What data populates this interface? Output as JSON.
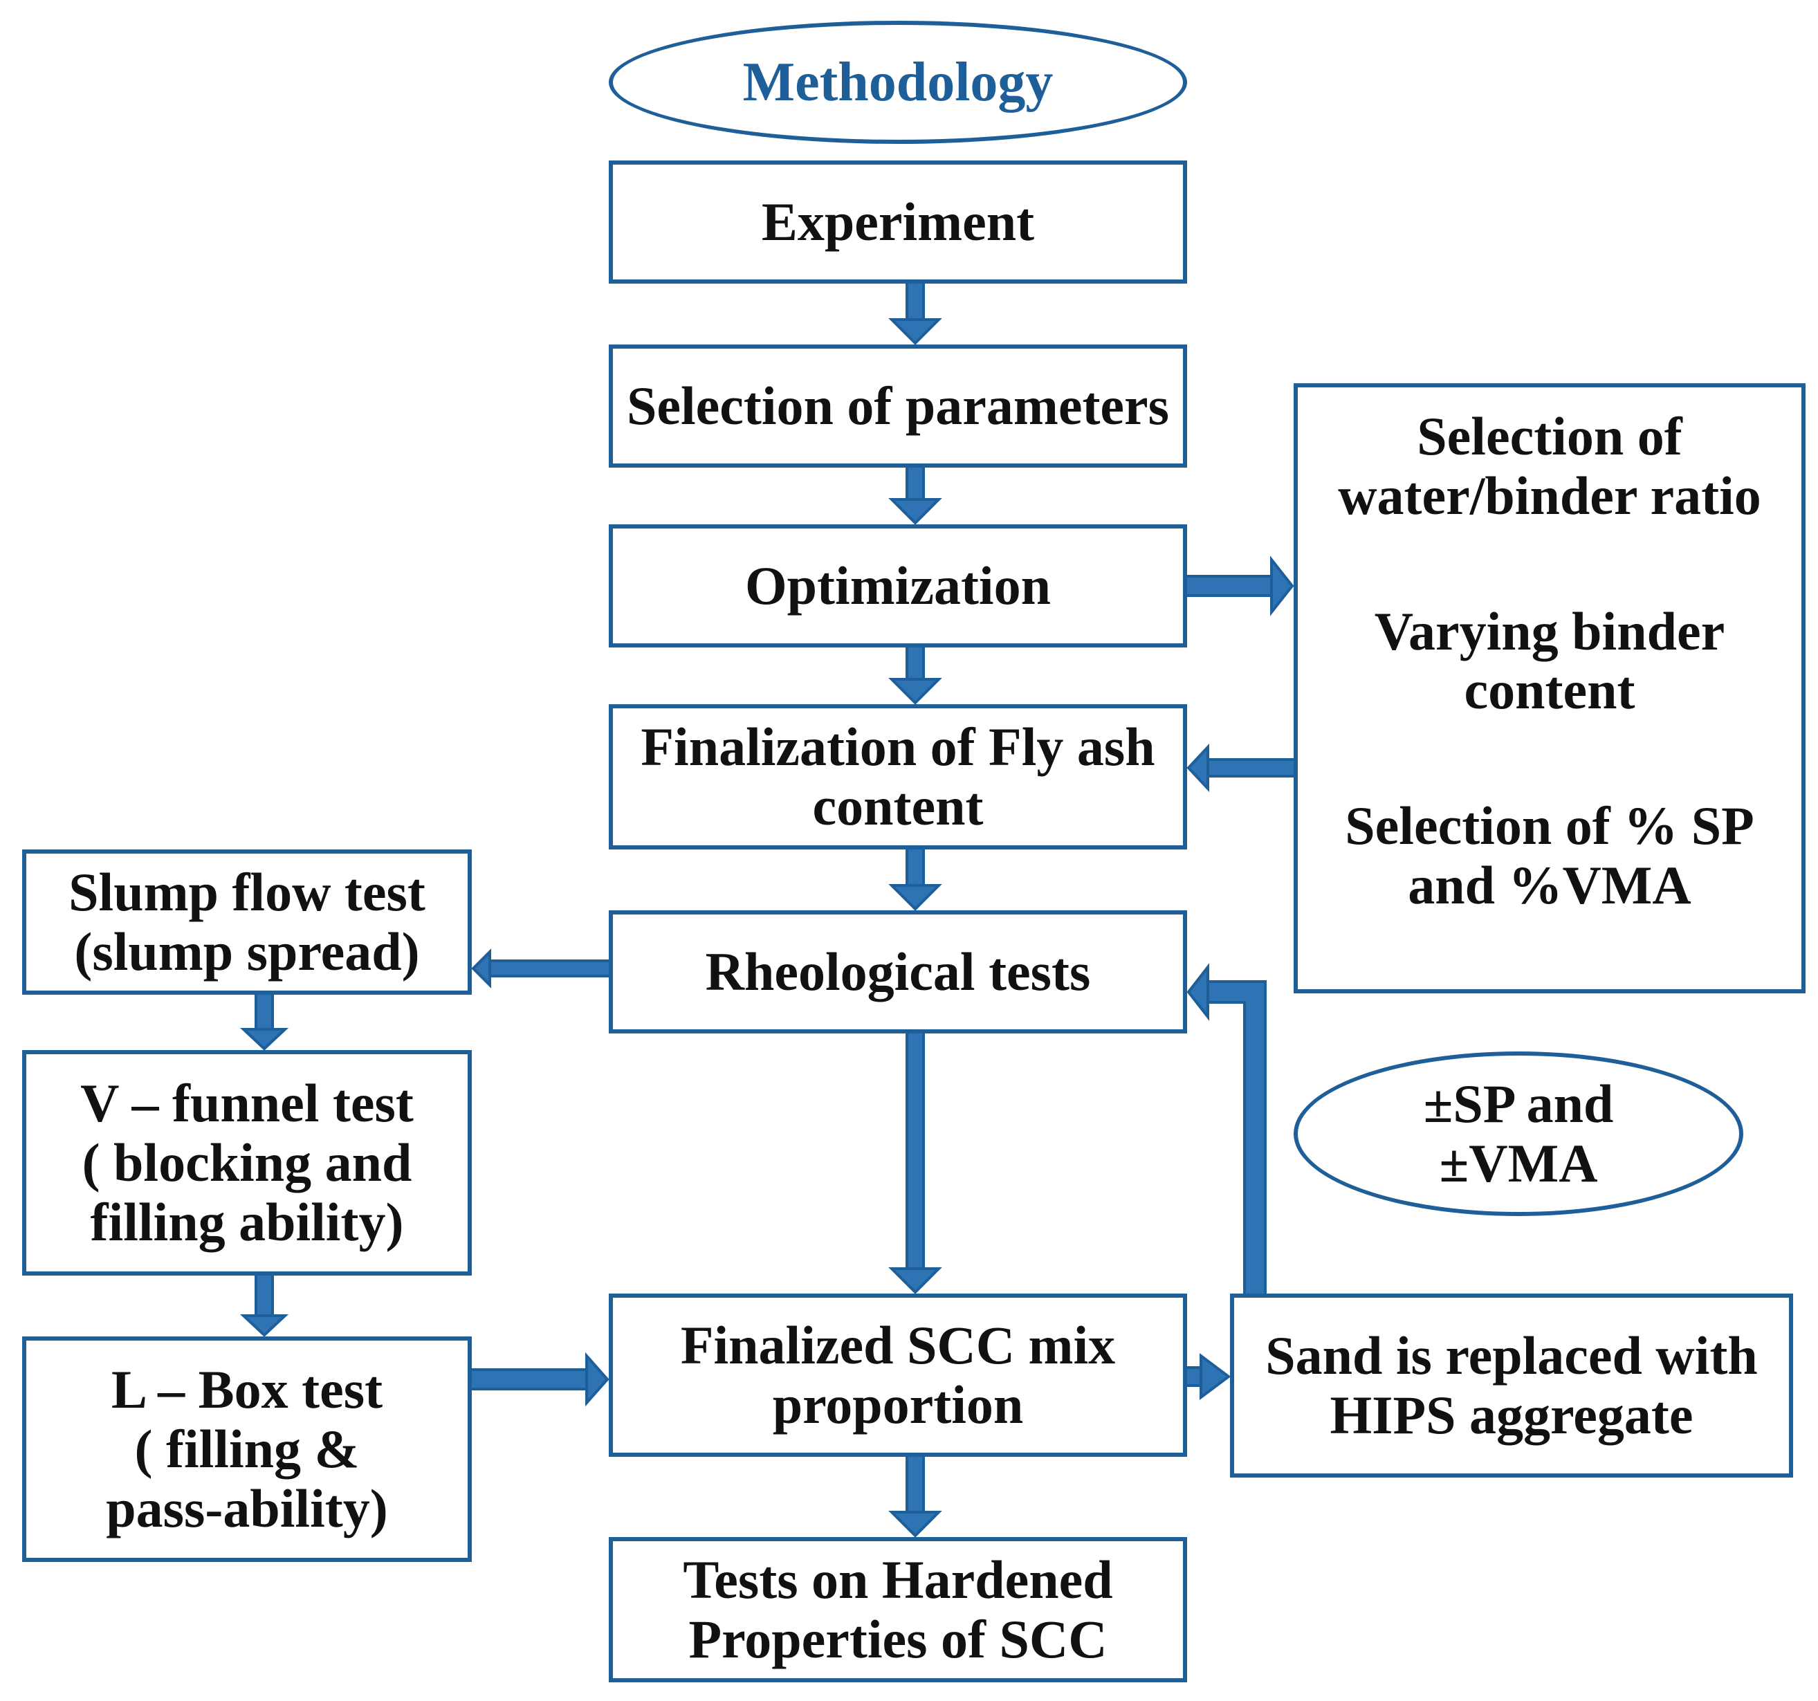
{
  "diagram": {
    "nodes": {
      "methodology": [
        "Methodology"
      ],
      "experiment": [
        "Experiment"
      ],
      "selection_parameters": [
        "Selection of parameters"
      ],
      "optimization": [
        "Optimization"
      ],
      "finalization_fly_ash": [
        "Finalization of Fly ash",
        "content"
      ],
      "rheological_tests": [
        "Rheological tests"
      ],
      "finalized_scc_mix": [
        "Finalized SCC mix",
        "proportion"
      ],
      "tests_hardened": [
        "Tests on Hardened",
        "Properties of SCC"
      ],
      "optimization_steps": [
        "Selection of",
        "water/binder ratio",
        "",
        "Varying binder",
        "content",
        "",
        "Selection of % SP",
        "and %VMA"
      ],
      "sp_vma": [
        "±SP and",
        "±VMA"
      ],
      "sand_replaced": [
        "Sand is replaced with",
        "HIPS aggregate"
      ],
      "slump_flow": [
        "Slump flow test",
        "(slump spread)"
      ],
      "v_funnel": [
        "V – funnel test",
        "( blocking and",
        "filling ability)"
      ],
      "l_box": [
        "L – Box test",
        "( filling &",
        "pass-ability)"
      ]
    },
    "edges": [
      {
        "from": "experiment",
        "to": "selection_parameters"
      },
      {
        "from": "selection_parameters",
        "to": "optimization"
      },
      {
        "from": "optimization",
        "to": "finalization_fly_ash"
      },
      {
        "from": "finalization_fly_ash",
        "to": "rheological_tests"
      },
      {
        "from": "rheological_tests",
        "to": "finalized_scc_mix"
      },
      {
        "from": "finalized_scc_mix",
        "to": "tests_hardened"
      },
      {
        "from": "optimization",
        "to": "optimization_steps"
      },
      {
        "from": "optimization_steps",
        "to": "finalization_fly_ash"
      },
      {
        "from": "rheological_tests",
        "to": "slump_flow"
      },
      {
        "from": "slump_flow",
        "to": "v_funnel"
      },
      {
        "from": "v_funnel",
        "to": "l_box"
      },
      {
        "from": "l_box",
        "to": "finalized_scc_mix"
      },
      {
        "from": "finalized_scc_mix",
        "to": "sand_replaced"
      },
      {
        "from": "sand_replaced",
        "to": "rheological_tests"
      }
    ],
    "colors": {
      "stroke": "#1f5f99",
      "arrow_fill": "#2e74b5",
      "text": "#111111",
      "title": "#1f5f99"
    }
  }
}
